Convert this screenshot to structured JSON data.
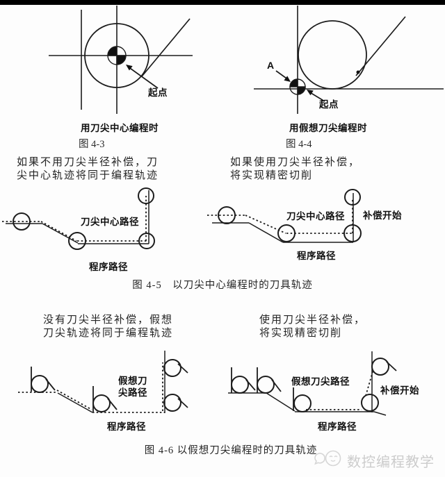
{
  "figures": {
    "fig43": {
      "start_label": "起点",
      "caption": "用刀尖中心编程时",
      "number": "图 4-3"
    },
    "fig44": {
      "a_label": "A",
      "start_label": "起点",
      "caption": "用假想刀尖编程时",
      "number": "图 4-4"
    },
    "fig45": {
      "left_path_label": "刀尖中心路径",
      "left_program_label": "程序路径",
      "right_path_label": "刀尖中心路径",
      "right_comp_label": "补偿开始",
      "right_program_label": "程序路径",
      "caption": "图 4-5　以刀尖中心编程时的刀具轨迹"
    },
    "fig46": {
      "left_path_label_line1": "假想刀",
      "left_path_label_line2": "尖路径",
      "left_program_label": "程序路径",
      "right_path_label": "假想刀尖路径",
      "right_comp_label": "补偿开始",
      "right_program_label": "程序路径",
      "caption": "图 4-6 以假想刀尖编程时的刀具轨迹"
    }
  },
  "paragraphs": {
    "p1_left_line1": "如果不用刀尖半径补偿，刀",
    "p1_left_line2": "尖中心轨迹将同于编程轨迹",
    "p1_right_line1": "如果使用刀尖半径补偿，",
    "p1_right_line2": "将实现精密切削",
    "p2_left_line1": "没有刀尖半径补偿，假想",
    "p2_left_line2": "刀尖轨迹将同于编程轨迹",
    "p2_right_line1": "使用刀尖半径补偿，",
    "p2_right_line2": "将实现精密切削"
  },
  "watermark": {
    "text": "数控编程教学"
  },
  "colors": {
    "line": "#1c1c1c",
    "top_bar": "#000000",
    "watermark": "#cccccc"
  }
}
